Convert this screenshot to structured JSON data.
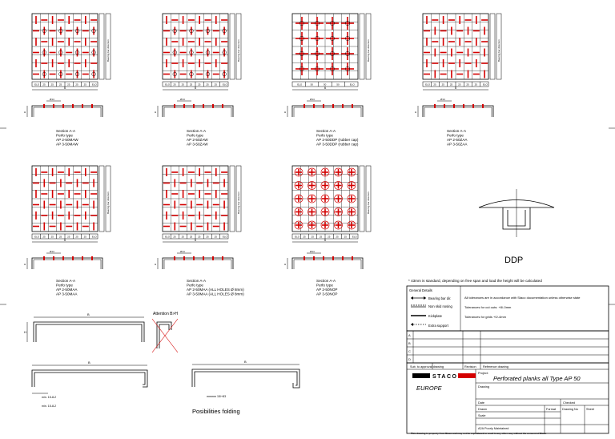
{
  "panels": [
    {
      "id": "maw",
      "section": "Section A-A",
      "perfo": "Perfo type",
      "types": [
        "AP 2-50MAW",
        "AP 3-50MAW"
      ],
      "pattern": "cross-circle",
      "dims": [
        "ELO",
        "25",
        "25",
        "25",
        "25",
        "25",
        "25",
        "ELO"
      ],
      "measure_a": "B"
    },
    {
      "id": "zaw",
      "section": "Section A-A",
      "perfo": "Perfo type",
      "types": [
        "AP 2-50ZAW",
        "AP 3-50ZAW"
      ],
      "pattern": "cross-circle",
      "dims": [
        "ELO",
        "25",
        "25",
        "25",
        "25",
        "25",
        "25",
        "ELO"
      ],
      "measure_a": "B"
    },
    {
      "id": "ddp",
      "section": "Section A-A",
      "perfo": "Perfo type",
      "types": [
        "AP 2-50DDP (rubber cap)",
        "AP 3-50DDP (rubber cap)"
      ],
      "pattern": "cap",
      "dims": [
        "ELO",
        "50",
        "50",
        "50",
        "ELO"
      ],
      "measure_a": "B"
    },
    {
      "id": "zaa",
      "section": "Section A-A",
      "perfo": "Perfo type",
      "types": [
        "AP 2-50ZAA",
        "AP 3-50ZAA"
      ],
      "pattern": "dash",
      "dims": [
        "ELO",
        "25",
        "25",
        "25",
        "25",
        "25",
        "25",
        "ELO"
      ],
      "measure_a": "B"
    },
    {
      "id": "maa",
      "section": "Section A-A",
      "perfo": "Perfo type",
      "types": [
        "AP 2-50MAA",
        "AP 3-50MAA"
      ],
      "pattern": "dash",
      "dims": [
        "ELO",
        "25",
        "25",
        "25",
        "25",
        "25",
        "25",
        "ELO"
      ],
      "measure_a": "B"
    },
    {
      "id": "maa8",
      "section": "Section A-A",
      "perfo": "Perfo type",
      "types": [
        "AP 2-50MAA (ALL HOLES Ø 8mm)",
        "AP 3-50MAA (ALL HOLES Ø 8mm)"
      ],
      "pattern": "dash",
      "dims": [
        "ELO",
        "25",
        "25",
        "25",
        "25",
        "25",
        "25",
        "ELO"
      ],
      "measure_a": "B"
    },
    {
      "id": "nop",
      "section": "Section A-A",
      "perfo": "Perfo type",
      "types": [
        "AP 2-50NOP",
        "AP 3-50NOP"
      ],
      "pattern": "nop",
      "dims": [
        "ELO",
        "25",
        "25",
        "25",
        "25",
        "25",
        "25",
        "ELO"
      ],
      "measure_a": "B"
    }
  ],
  "side_label": "Bearing bar direction",
  "section_dim": "Ø14",
  "cap_label": "DDP",
  "note": "* 43mm is standard, depending on free span and load the height will be calculated",
  "attention": "Attention B>H",
  "folding_title": "Posibilities folding",
  "fold_dims": {
    "b": "B",
    "h": "H",
    "min1": "min. 15-8-2",
    "min2": "min. 15-8-2",
    "mm": "mmmm 15/+83"
  },
  "general_details": "General Details",
  "legend": [
    {
      "symbol": "bearing",
      "label": "Bearing bar dir."
    },
    {
      "symbol": "nonslip",
      "label": "Non skid nosing"
    },
    {
      "symbol": "kick",
      "label": "Kickplate"
    },
    {
      "symbol": "extra",
      "label": "Extra support"
    }
  ],
  "tolerances": [
    "All tolerances are in accordance with Staco documentation unless otherwise state",
    "Tolerances for cut outs: +8/-0mm",
    "Tolerances for grids +0/-4mm"
  ],
  "title_block": {
    "sub_to": "Sub. to approval drawing",
    "revision": "Revision",
    "reference": "Reference drawing",
    "project_label": "Project:",
    "project": "Perforated planks all Type AP 50",
    "drawing_label": "Drawing",
    "brand": "STACO",
    "brand_sub": "EUROPE",
    "date_label": "Date",
    "scale_label": "Scale",
    "drawn_label": "Drawn",
    "checked_label": "Checked",
    "format_label": "Format",
    "drawing_no_label": "Drawing No",
    "sheet_label": "Sheet",
    "copyright": "This drawing is property from Staco and may not be reproduced or used in any other way without the consent of Staco",
    "logo_left": "S",
    "status": "A2A   Poorly Maintained"
  }
}
